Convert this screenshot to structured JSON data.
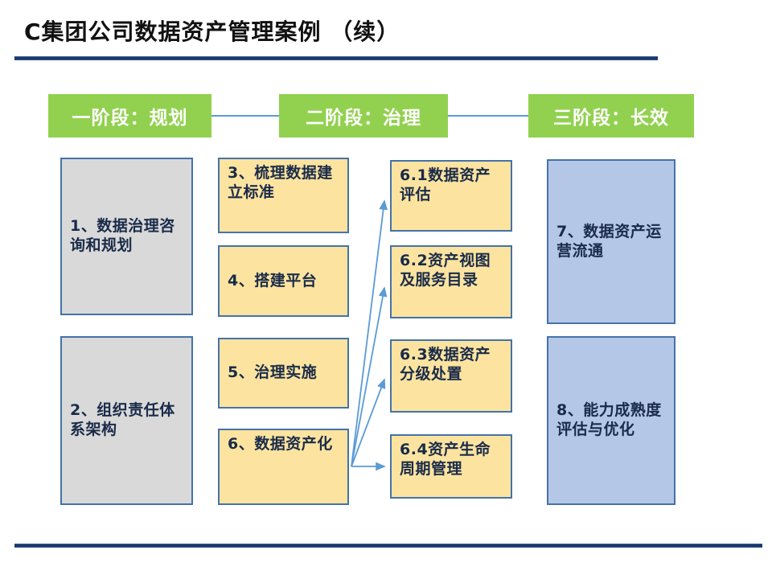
{
  "slide": {
    "title": "C集团公司数据资产管理案例 （续）"
  },
  "phases": [
    {
      "id": "phase-1",
      "label": "一阶段：规划"
    },
    {
      "id": "phase-2",
      "label": "二阶段：治理"
    },
    {
      "id": "phase-3",
      "label": "三阶段：长效"
    }
  ],
  "columns": {
    "planning": [
      {
        "id": "box-1",
        "label": "1、数据治理咨询和规划"
      },
      {
        "id": "box-2",
        "label": "2、组织责任体系架构"
      }
    ],
    "governance_main": [
      {
        "id": "box-3",
        "label": "3、梳理数据建立标准"
      },
      {
        "id": "box-4",
        "label": "4、搭建平台"
      },
      {
        "id": "box-5",
        "label": "5、治理实施"
      },
      {
        "id": "box-6",
        "label": "6、数据资产化"
      }
    ],
    "governance_detail": [
      {
        "id": "box-61",
        "label": "6.1数据资产评估"
      },
      {
        "id": "box-62",
        "label": "6.2资产视图及服务目录"
      },
      {
        "id": "box-63",
        "label": "6.3数据资产分级处置"
      },
      {
        "id": "box-64",
        "label": "6.4资产生命周期管理"
      }
    ],
    "longterm": [
      {
        "id": "box-7",
        "label": "7、数据资产运营流通"
      },
      {
        "id": "box-8",
        "label": "8、能力成熟度评估与优化"
      }
    ]
  },
  "colors": {
    "phase_green": "#92D14F",
    "box_gray": "#D9D9D9",
    "box_yellow": "#FCE4A0",
    "box_blue": "#B4C7E7",
    "box_border": "#4472A8",
    "rule_navy": "#1F3864",
    "arrow_blue": "#5B9BD5",
    "text_dark": "#1A2B49"
  },
  "diagram_data": {
    "type": "process-flow",
    "arrows": [
      {
        "from": "box-6",
        "to": "box-61"
      },
      {
        "from": "box-6",
        "to": "box-62"
      },
      {
        "from": "box-6",
        "to": "box-63"
      },
      {
        "from": "box-6",
        "to": "box-64"
      }
    ]
  }
}
